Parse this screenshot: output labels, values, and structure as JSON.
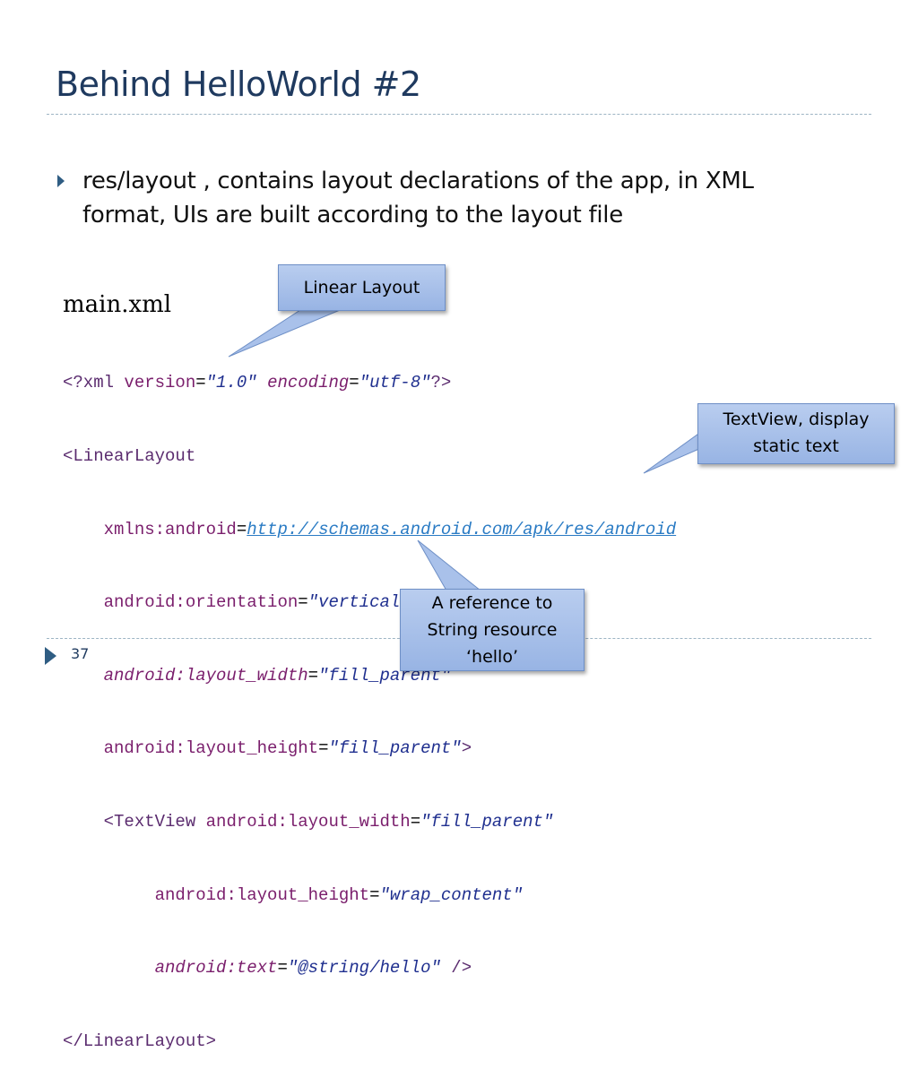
{
  "slide": {
    "title": "Behind HelloWorld #2",
    "bullet": "res/layout , contains layout declarations of the app, in XML format, UIs are built according to the layout file",
    "filename": "main.xml",
    "page_number": "37"
  },
  "code": {
    "l1": {
      "open": "<?xml ",
      "a1": "version",
      "eq1": "=",
      "v1": "\"1.0\"",
      "a2": " encoding",
      "eq2": "=",
      "v2": "\"utf-8\"",
      "close": "?>"
    },
    "l2": {
      "tag": "<LinearLayout"
    },
    "l3": {
      "indent": "    ",
      "attr": "xmlns:android",
      "eq": "=",
      "val": "http://schemas.android.com/apk/res/android"
    },
    "l4": {
      "indent": "    ",
      "attr": "android:orientation",
      "eq": "=",
      "val": "\"vertical\""
    },
    "l5": {
      "indent": "    ",
      "attr": "android:layout_width",
      "eq": "=",
      "val": "\"fill_parent\""
    },
    "l6": {
      "indent": "    ",
      "attr": "android:layout_height",
      "eq": "=",
      "val": "\"fill_parent\"",
      "close": ">"
    },
    "l7": {
      "indent": "    ",
      "tag": "<TextView ",
      "attr": "android:layout_width",
      "eq": "=",
      "val": "\"fill_parent\""
    },
    "l8": {
      "indent": "         ",
      "attr": "android:layout_height",
      "eq": "=",
      "val": "\"wrap_content\""
    },
    "l9": {
      "indent": "         ",
      "attr": "android:text",
      "eq": "=",
      "val": "\"@string/hello\"",
      "close": " />"
    },
    "l10": {
      "tag": "</LinearLayout>"
    }
  },
  "callouts": {
    "linear_layout": "Linear Layout",
    "textview_line1": "TextView, display",
    "textview_line2": "static text",
    "reference_line1": "A reference to",
    "reference_line2": "String resource",
    "reference_line3": "‘hello’"
  },
  "colors": {
    "title": "#1F3A5F",
    "accent": "#2F5D83",
    "callout_fill": "#A9C1EA",
    "callout_border": "#6E8FC6"
  }
}
